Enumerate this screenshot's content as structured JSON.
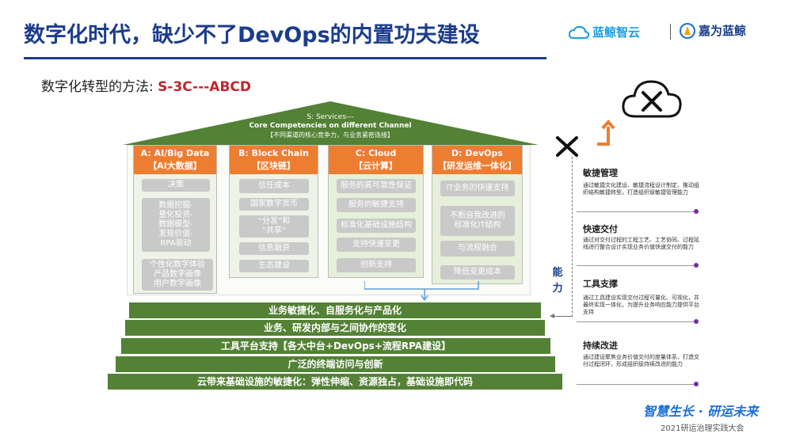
{
  "header": {
    "title": "数字化时代，缺少不了DevOps的内置功夫建设",
    "logo1": "蓝鲸智云",
    "logo2": "嘉为蓝鲸"
  },
  "subtitle": {
    "prefix": "数字化转型的方法: ",
    "highlight": "S-3C---ABCD"
  },
  "roof": {
    "line1": "S: Services---",
    "line2": "Core Competencies on different Channel",
    "line3": "【不同渠道的核心竞争力，与业务紧密连接】"
  },
  "columns": [
    {
      "head1": "A: AI/Big Data",
      "head2": "【AI大数据】",
      "items": [
        "决策",
        "数据挖掘-\n量化投资-\n数据模型-\n发现价值-\nRPA驱动",
        "个性化数字体验\n产品数字画像\n用户数字画像"
      ]
    },
    {
      "head1": "B: Block Chain",
      "head2": "【区块链】",
      "items": [
        "信任成本",
        "国家数字货币",
        "“分发”和\n“共享”",
        "信息融资",
        "生态建设"
      ]
    },
    {
      "head1": "C: Cloud",
      "head2": "【云计算】",
      "items": [
        "服务的高可靠性保证",
        "服务的敏捷支持",
        "标准化基础设施结构",
        "支持快速变更",
        "创新支持"
      ]
    },
    {
      "head1": "D: DevOps",
      "head2": "【研发运维一体化】",
      "items": [
        "IT业务的快速支持",
        "不断自我改进的\n标准化IT结构",
        "与流程融合",
        "降低变更成本"
      ]
    }
  ],
  "bands": [
    "业务敏捷化、自服务化与产品化",
    "业务、研发内部与之间协作的变化",
    "工具平台支持【各大中台+DevOps+流程RPA建设】",
    "广泛的终端访问与创新",
    "云带来基础设施的敏捷化：弹性伸缩、资源独占，基础设施即代码"
  ],
  "ability_label": "能\n力",
  "capabilities": [
    {
      "title": "敏捷管理",
      "desc": "通过敏捷文化建设、敏捷流程设计制定、推动组织结构敏捷转型，打造组织级敏捷管理能力"
    },
    {
      "title": "快速交付",
      "desc": "通过对交付过程的工程工艺、工艺协同、过程延线进行整合设计实现业务价值快速交付的能力"
    },
    {
      "title": "工具支撑",
      "desc": "通过工具建设实现交付过程可量化、可视化，并最终实现一体化，为提升业务响应能力提供平台支持"
    },
    {
      "title": "持续改进",
      "desc": "通过建设聚焦业务价值交付的度量体系，打造交付过程闭环，形成组织级持续改进的能力"
    }
  ],
  "footer": {
    "slogan": "智慧生长 · 研运未来",
    "event": "2021研运治理实践大会"
  },
  "colors": {
    "title_blue": "#1a3c8c",
    "highlight_red": "#c0262d",
    "roof_green": "#538135",
    "header_orange": "#ed7d31",
    "accent_purple": "#7030a0"
  }
}
